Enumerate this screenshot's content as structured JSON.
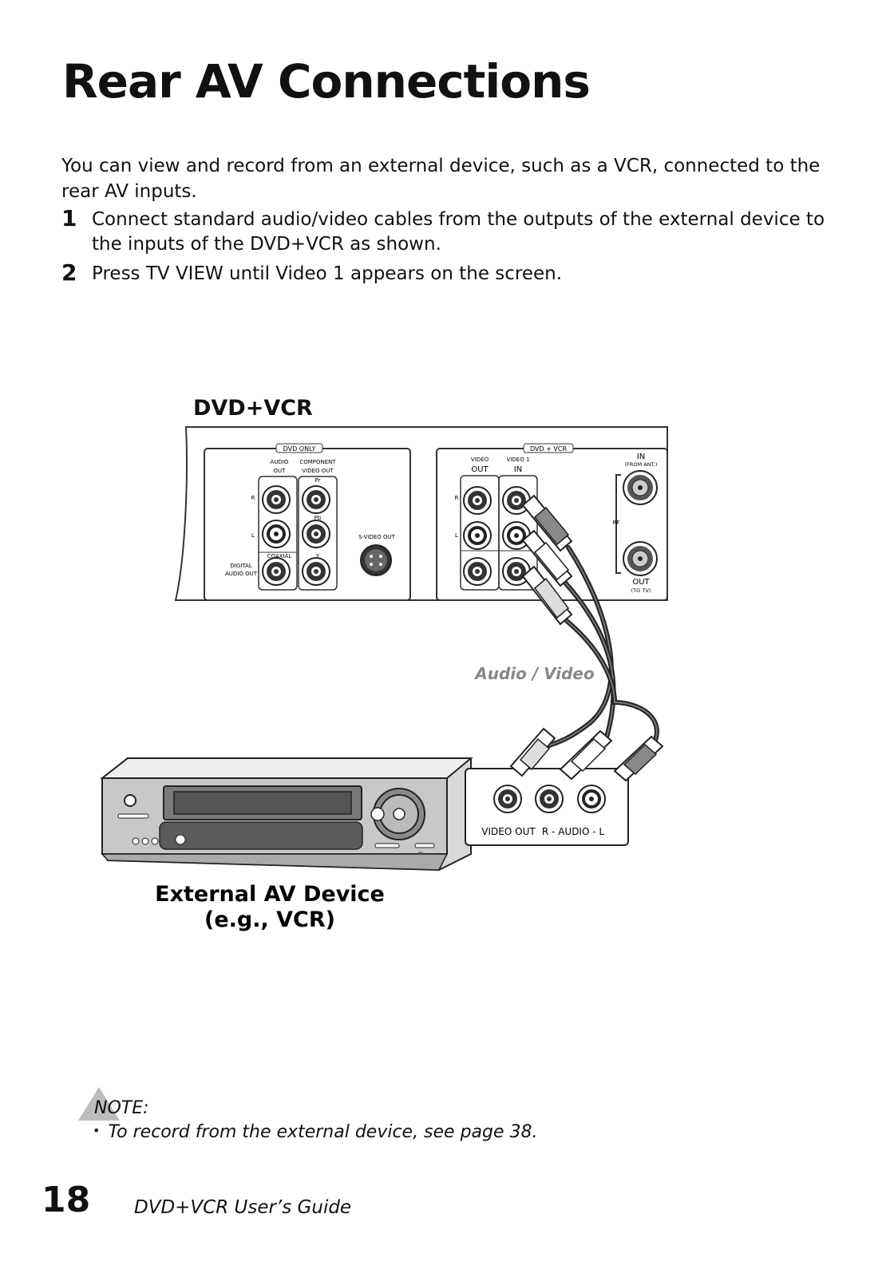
{
  "page": {
    "title": "Rear AV Connections",
    "intro": "You can view and record from an external device, such as a VCR, connected to the rear AV inputs.",
    "steps": [
      {
        "number": "1",
        "text": "Connect standard audio/video cables from the outputs of the external device to the inputs of the DVD+VCR as shown."
      },
      {
        "number": "2",
        "text": "Press TV VIEW until Video 1 appears on the screen."
      }
    ]
  },
  "diagram": {
    "dvdvcr_label": "DVD+VCR",
    "dvd_only_tag": "DVD ONLY",
    "audio_out": "AUDIO",
    "audio_out2": "OUT",
    "component": "COMPONENT",
    "component2": "VIDEO OUT",
    "pr": "Pr",
    "pb": "Pb",
    "y": "Y",
    "r": "R",
    "l": "L",
    "coaxial": "COAXIAL",
    "digital": "DIGITAL",
    "digital2": "AUDIO OUT",
    "svideo_out": "S-VIDEO OUT",
    "dvdvcr_tag": "DVD + VCR",
    "video": "VIDEO",
    "out": "OUT",
    "video1": "VIDEO 1",
    "in": "IN",
    "rf": "RF",
    "rf_in": "IN",
    "rf_in_sub": "(FROM ANT.)",
    "rf_out": "OUT",
    "rf_out_sub": "(TO TV)",
    "cable_label": "Audio / Video",
    "vcr_video_out": "VIDEO OUT",
    "vcr_audio": "R - AUDIO - L",
    "device_label_1": "External AV Device",
    "device_label_2": "(e.g., VCR)"
  },
  "note": {
    "label": "NOTE:",
    "items": [
      "To record from the external device, see page 38."
    ]
  },
  "footer": {
    "page_number": "18",
    "guide_title": "DVD+VCR User’s Guide"
  }
}
